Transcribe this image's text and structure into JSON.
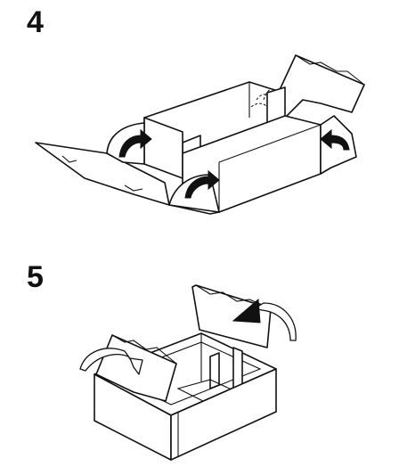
{
  "steps": [
    {
      "number": "4",
      "illustration": "box-assembly-fold-side-flaps"
    },
    {
      "number": "5",
      "illustration": "box-assembly-fold-end-flaps"
    }
  ],
  "colors": {
    "ink": "#111111",
    "paper": "#ffffff"
  }
}
